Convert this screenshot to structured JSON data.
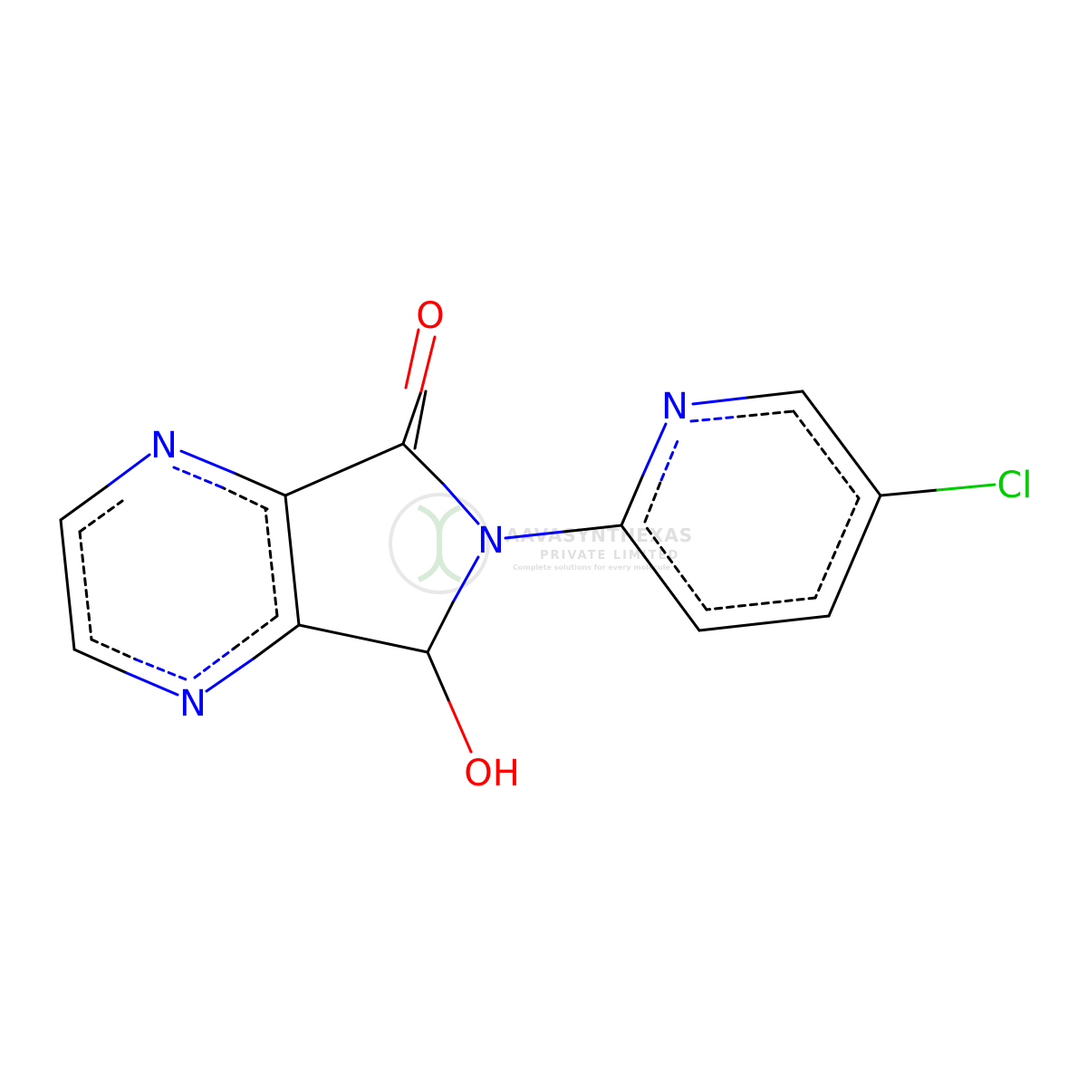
{
  "colors": {
    "carbon_bond": "#000000",
    "nitrogen": "#0000ff",
    "oxygen": "#ff0000",
    "chlorine": "#00cc00",
    "watermark": "#c8c8c8"
  },
  "atoms": {
    "carbonyl_oxygen": "O",
    "hydroxyl": "OH",
    "pyrazine_n_top": "N",
    "pyrazine_n_bottom": "N",
    "lactam_n": "N",
    "pyridine_n": "N",
    "chlorine": "Cl"
  },
  "watermark": {
    "title": "AAVASYNTHEXAS",
    "subtitle": "PRIVATE LIMITED",
    "tagline": "Complete solutions for every molecule"
  }
}
